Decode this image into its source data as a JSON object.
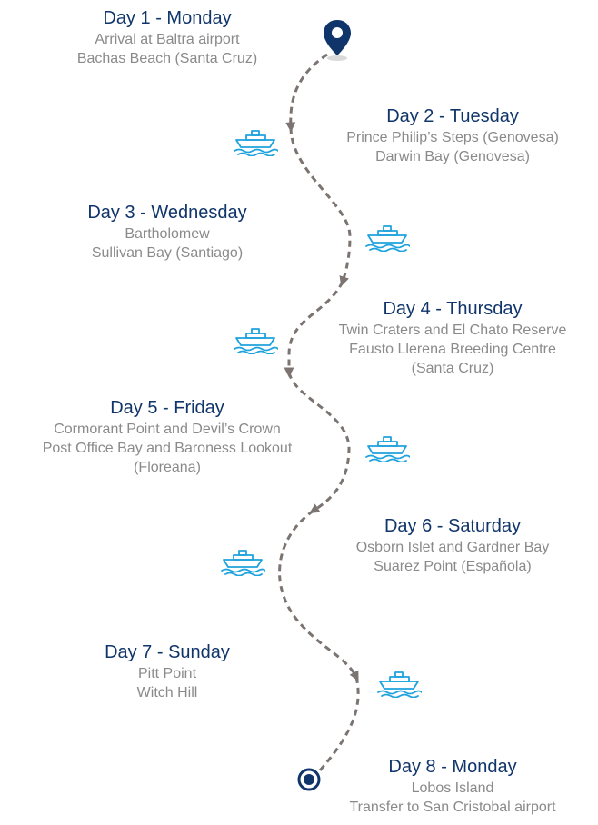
{
  "colors": {
    "title": "#10356b",
    "text": "#8a8a8a",
    "route": "#7b7470",
    "boat": "#1fa3dc",
    "marker": "#10356b"
  },
  "icons": {
    "start": "location-pin-icon",
    "end": "target-marker-icon",
    "transfer": "boat-icon"
  },
  "days": [
    {
      "title": "Day 1 - Monday",
      "lines": [
        "Arrival at Baltra airport",
        "Bachas Beach (Santa Cruz)"
      ]
    },
    {
      "title": "Day 2 - Tuesday",
      "lines": [
        "Prince Philip’s Steps (Genovesa)",
        "Darwin Bay (Genovesa)"
      ]
    },
    {
      "title": "Day 3 - Wednesday",
      "lines": [
        "Bartholomew",
        "Sullivan Bay (Santiago)"
      ]
    },
    {
      "title": "Day 4 - Thursday",
      "lines": [
        "Twin Craters and El Chato Reserve",
        "Fausto Llerena Breeding Centre",
        "(Santa Cruz)"
      ]
    },
    {
      "title": "Day 5 - Friday",
      "lines": [
        "Cormorant Point and Devil’s Crown",
        "Post Office Bay and Baroness Lookout",
        "(Floreana)"
      ]
    },
    {
      "title": "Day 6 - Saturday",
      "lines": [
        "Osborn Islet and Gardner Bay",
        "Suarez Point (Española)"
      ]
    },
    {
      "title": "Day 7 - Sunday",
      "lines": [
        "Pitt Point",
        "Witch Hill"
      ]
    },
    {
      "title": "Day 8 - Monday",
      "lines": [
        "Lobos Island",
        "Transfer to San Cristobal airport"
      ]
    }
  ]
}
